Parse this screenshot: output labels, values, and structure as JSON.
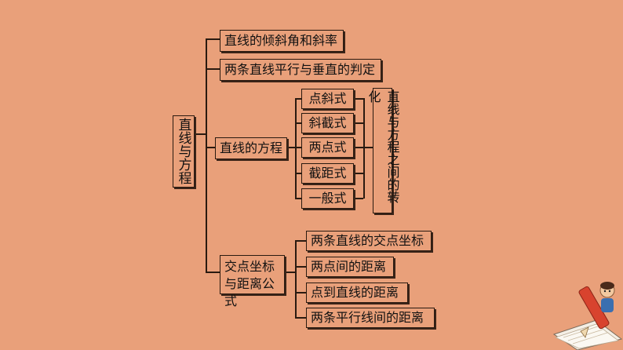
{
  "root": {
    "label": "直线与方程"
  },
  "level1": [
    {
      "label": "直线的倾斜角和斜率"
    },
    {
      "label": "两条直线平行与垂直的判定"
    },
    {
      "label": "直线的方程"
    },
    {
      "label": "交点坐标与距离公式"
    }
  ],
  "equation_forms": [
    {
      "label": "点斜式"
    },
    {
      "label": "斜截式"
    },
    {
      "label": "两点式"
    },
    {
      "label": "截距式"
    },
    {
      "label": "一般式"
    }
  ],
  "conversion": {
    "label": "直线与方程之间的转化"
  },
  "distance_items": [
    {
      "label": "两条直线的交点坐标"
    },
    {
      "label": "两点间的距离"
    },
    {
      "label": "点到直线的距离"
    },
    {
      "label": "两条平行线间的距离"
    }
  ],
  "decoration": {
    "icon": "pencil-notebook-icon"
  },
  "colors": {
    "background": "#e9a07a",
    "line": "#2a1a10"
  }
}
